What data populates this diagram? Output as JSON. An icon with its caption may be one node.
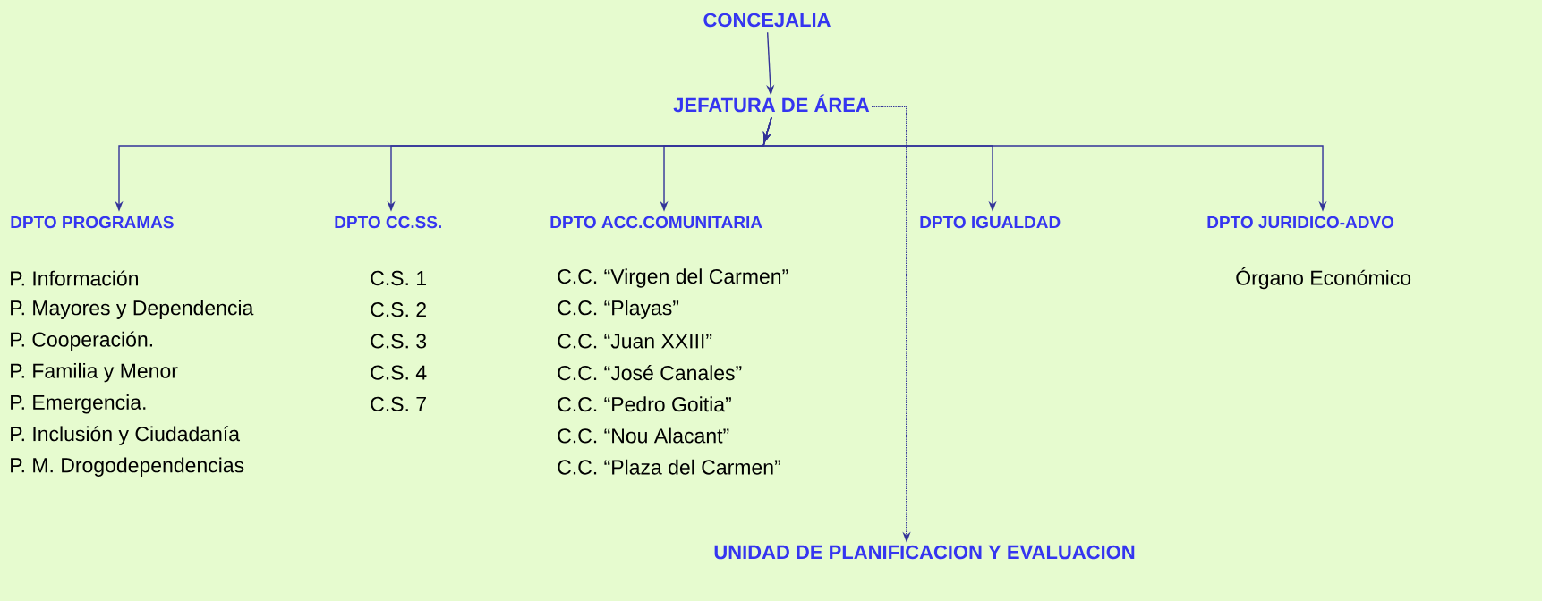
{
  "diagram": {
    "nodes": [
      {
        "text": [
          "CONCEJALIA"
        ]
      },
      {
        "text": [
          "JEFATURA DE ÁREA"
        ]
      },
      {
        "text": [
          "DPTO PROGRAMAS"
        ],
        "beside": [
          "P. Información",
          "P. Mayores y Dependencia",
          "P. Cooperación.",
          "P. Familia y Menor",
          "P. Emergencia.",
          "P. Inclusión y Ciudadanía",
          "P. M. Drogodependencias"
        ]
      },
      {
        "text": [
          "DPTO CC.SS."
        ],
        "beside": [
          "C.S. 1",
          "C.S. 2",
          "C.S. 3",
          "C.S. 4",
          "C.S. 7"
        ]
      },
      {
        "text": [
          "DPTO ACC.COMUNITARIA"
        ],
        "beside": [
          "C.C. “Virgen del Carmen”",
          "C.C. “Playas”",
          "C.C. “Juan XXIII”",
          "C.C. “José Canales”",
          "C.C. “Pedro Goitia”",
          "C.C. “Nou Alacant”",
          "C.C. “Plaza del Carmen”"
        ]
      },
      {
        "text": [
          "DPTO IGUALDAD"
        ]
      },
      {
        "text": [
          "DPTO JURIDICO-ADVO"
        ],
        "beside": [
          "Órgano Económico"
        ]
      },
      {
        "text": [
          "UNIDAD DE PLANIFICACION Y EVALUACION"
        ]
      }
    ],
    "edges": [
      {
        "from": 0,
        "to": 1,
        "arrow": "to"
      },
      {
        "from": 1,
        "to": 2,
        "arrow": "to"
      },
      {
        "from": 1,
        "to": 3,
        "arrow": "to"
      },
      {
        "from": 1,
        "to": 4,
        "arrow": "to"
      },
      {
        "from": 1,
        "to": 5,
        "arrow": "to"
      },
      {
        "from": 1,
        "to": 6,
        "arrow": "to"
      },
      {
        "from": 1,
        "to": 7,
        "arrow": "to",
        "style": "dashed"
      }
    ]
  }
}
